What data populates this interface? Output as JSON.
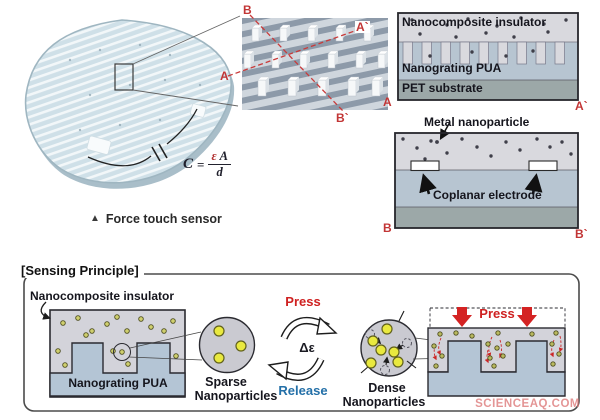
{
  "figure": {
    "caption_marker": "▲",
    "caption": "Force touch sensor",
    "formula": {
      "lhs": "C",
      "equals": "=",
      "numerator_epsilon": "ε",
      "numerator_area": "A",
      "denominator": "d"
    }
  },
  "inset_labels": {
    "b": "B",
    "a_prime": "A`",
    "a": "A",
    "b_prime": "B`"
  },
  "cross_section_aa": {
    "layer_insulator": "Nanocomposite insulator",
    "layer_pua": "Nanograting PUA",
    "layer_pet": "PET substrate",
    "label_left": "A",
    "label_right": "A`"
  },
  "cross_section_bb": {
    "nanoparticle_label": "Metal nanoparticle",
    "electrode_label": "Coplanar electrode",
    "label_left": "B",
    "label_right": "B`"
  },
  "sensing_principle": {
    "title": "[Sensing Principle]",
    "insulator_label": "Nanocomposite insulator",
    "pua_label": "Nanograting PUA",
    "sparse_label_line1": "Sparse",
    "sparse_label_line2": "Nanoparticles",
    "press_label": "Press",
    "delta_label": "Δε",
    "release_label": "Release",
    "dense_label_line1": "Dense",
    "dense_label_line2": "Nanoparticles",
    "press_right_label": "Press"
  },
  "watermark": "SCIENCEAQ.COM",
  "colors": {
    "red_label": "#c23535",
    "press_red": "#cf2121",
    "release_blue": "#2470a8",
    "insulator_gray": "#d9d9de",
    "pua_blue": "#b7c5d1",
    "pet_gray": "#9ca8a8",
    "particle_yellow": "#e9e93f"
  }
}
